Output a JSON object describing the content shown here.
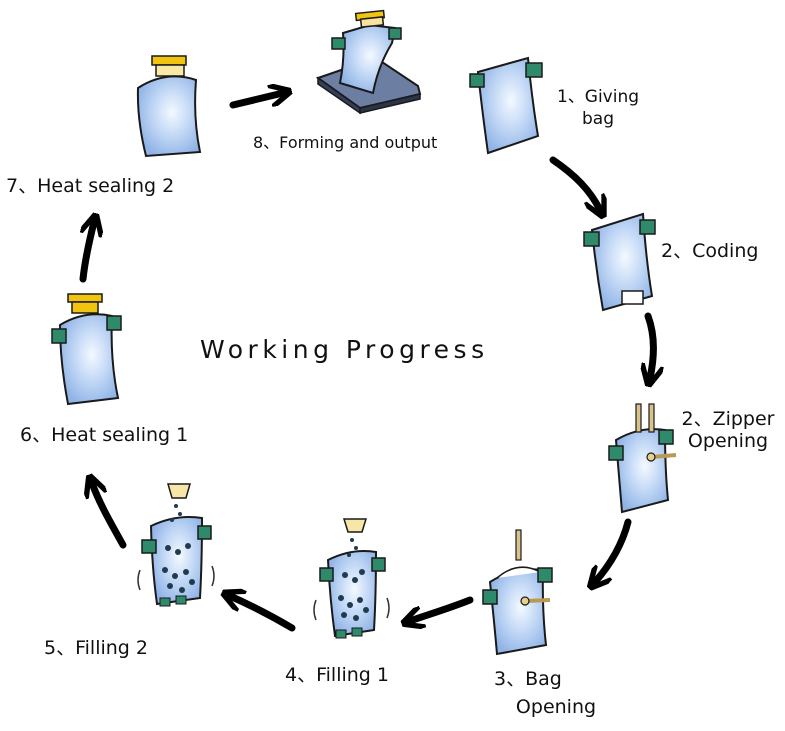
{
  "title": "Working Progress",
  "steps": {
    "giving_bag": {
      "line1": "1、Giving",
      "line2": "bag"
    },
    "coding": {
      "label": "2、Coding"
    },
    "zipper_opening": {
      "line1": "2、Zipper",
      "line2": "Opening"
    },
    "bag_opening": {
      "line1": "3、Bag",
      "line2": "Opening"
    },
    "filling_1": {
      "label": "4、Filling 1"
    },
    "filling_2": {
      "label": "5、Filling 2"
    },
    "heat_sealing_1": {
      "label": "6、Heat sealing 1"
    },
    "heat_sealing_2": {
      "label": "7、Heat sealing 2"
    },
    "forming_output": {
      "label": "8、Forming and output"
    }
  },
  "colors": {
    "bag_fill": "#a9c6ee",
    "bag_highlight": "#f2f7ff",
    "bag_outline": "#1a1a1a",
    "clamp": "#2e8a6a",
    "zipper": "#f1c40f",
    "arrow": "#000000",
    "nozzle": "#f6e7a8",
    "particles": "#1f3b4d",
    "conveyor": "#5a6b8c"
  },
  "icons": [
    "bag-icon",
    "clamp-icon",
    "zipper-icon",
    "nozzle-icon",
    "conveyor-icon",
    "arrow-icon"
  ]
}
